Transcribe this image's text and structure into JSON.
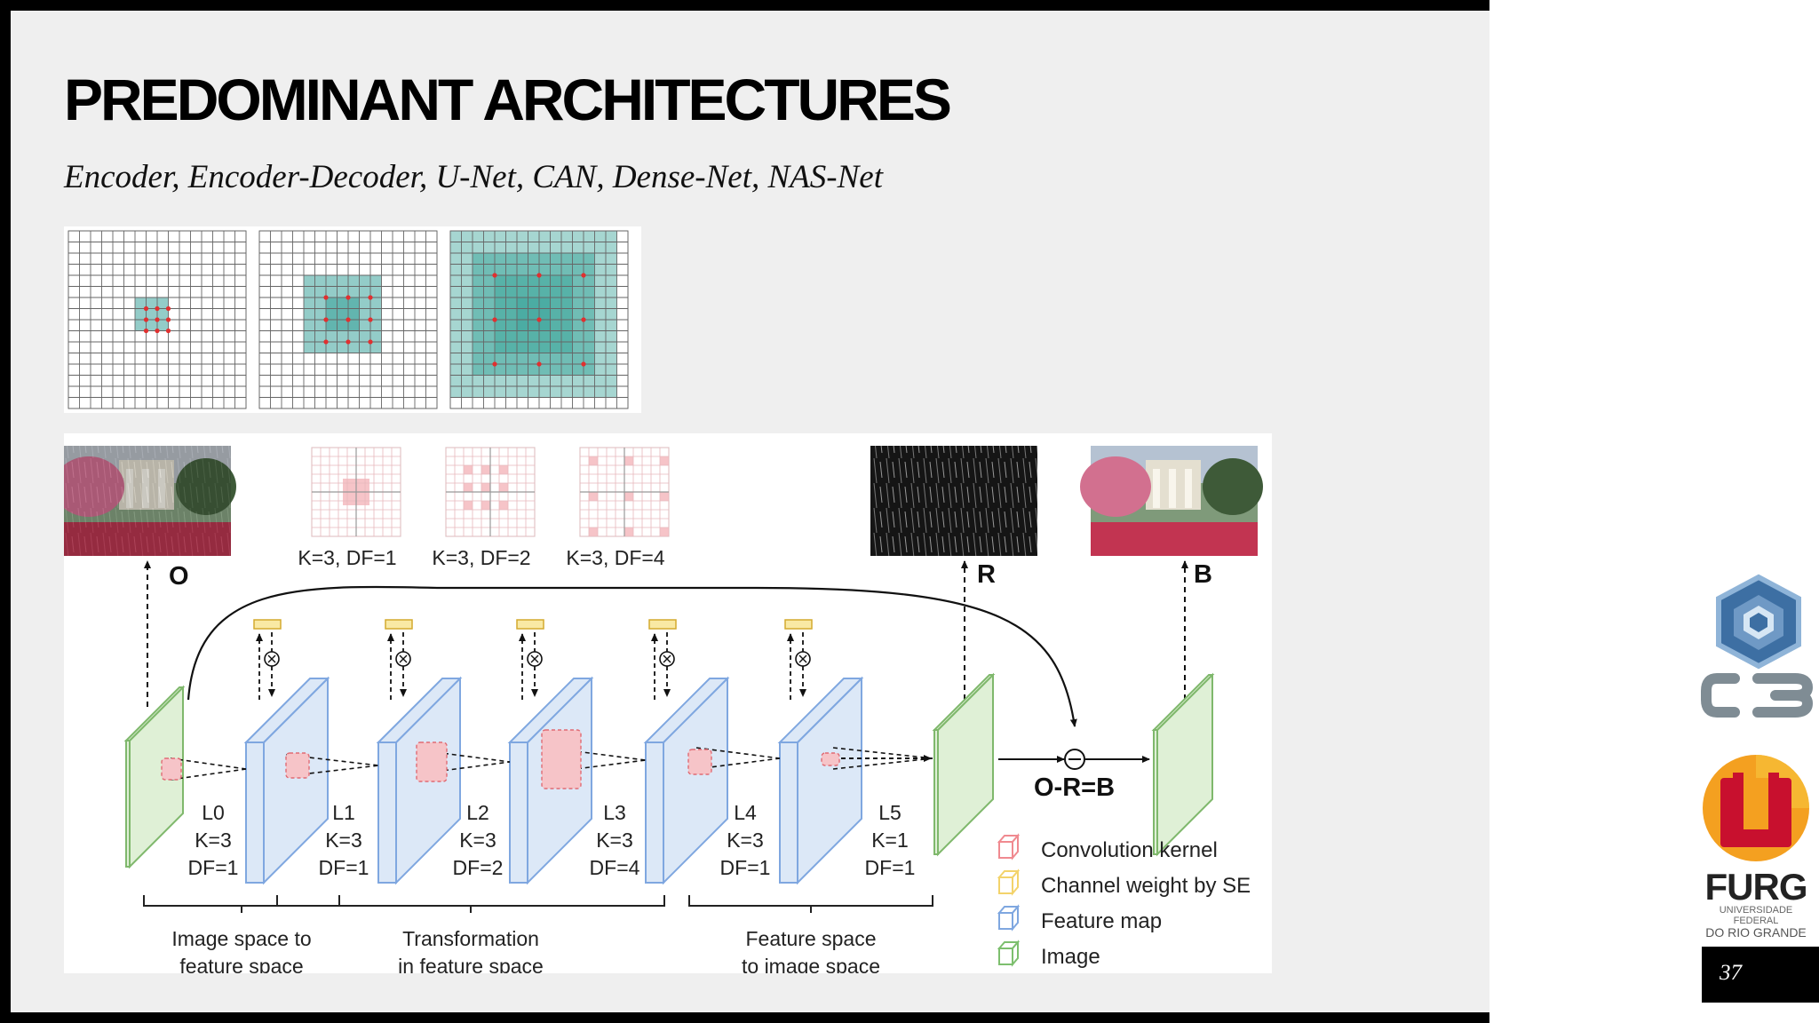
{
  "slide": {
    "title": "PREDOMINANT ARCHITECTURES",
    "subtitle": "Encoder, Encoder-Decoder, U-Net, CAN, Dense-Net, NAS-Net",
    "page_number": "37"
  },
  "architecture": {
    "kernel_captions": [
      "K=3, DF=1",
      "K=3, DF=2",
      "K=3, DF=4"
    ],
    "image_labels": {
      "input": "O",
      "rain": "R",
      "output": "B"
    },
    "equation": "O-R=B",
    "layers": [
      {
        "name": "L0",
        "k": "K=3",
        "df": "DF=1"
      },
      {
        "name": "L1",
        "k": "K=3",
        "df": "DF=1"
      },
      {
        "name": "L2",
        "k": "K=3",
        "df": "DF=2"
      },
      {
        "name": "L3",
        "k": "K=3",
        "df": "DF=4"
      },
      {
        "name": "L4",
        "k": "K=3",
        "df": "DF=1"
      },
      {
        "name": "L5",
        "k": "K=1",
        "df": "DF=1"
      }
    ],
    "groups": [
      {
        "line1": "Image space to",
        "line2": "feature space"
      },
      {
        "line1": "Transformation",
        "line2": "in feature space"
      },
      {
        "line1": "Feature space",
        "line2": "to image space"
      }
    ],
    "legend": [
      {
        "label": "Convolution kernel",
        "color": "#f08a90"
      },
      {
        "label": "Channel weight by SE",
        "color": "#f3d36b"
      },
      {
        "label": "Feature map",
        "color": "#7fa7e0"
      },
      {
        "label": "Image",
        "color": "#7dbf6e"
      }
    ]
  },
  "logos": {
    "furg_name": "FURG",
    "furg_line1": "UNIVERSIDADE FEDERAL",
    "furg_line2": "DO RIO GRANDE"
  },
  "colors": {
    "feature_map": "#dce8f7",
    "image_map": "#dff0d6",
    "kernel": "#f6c4c8",
    "se_weight": "#f9e9a4",
    "dilation_teal": "#3aa39a"
  }
}
